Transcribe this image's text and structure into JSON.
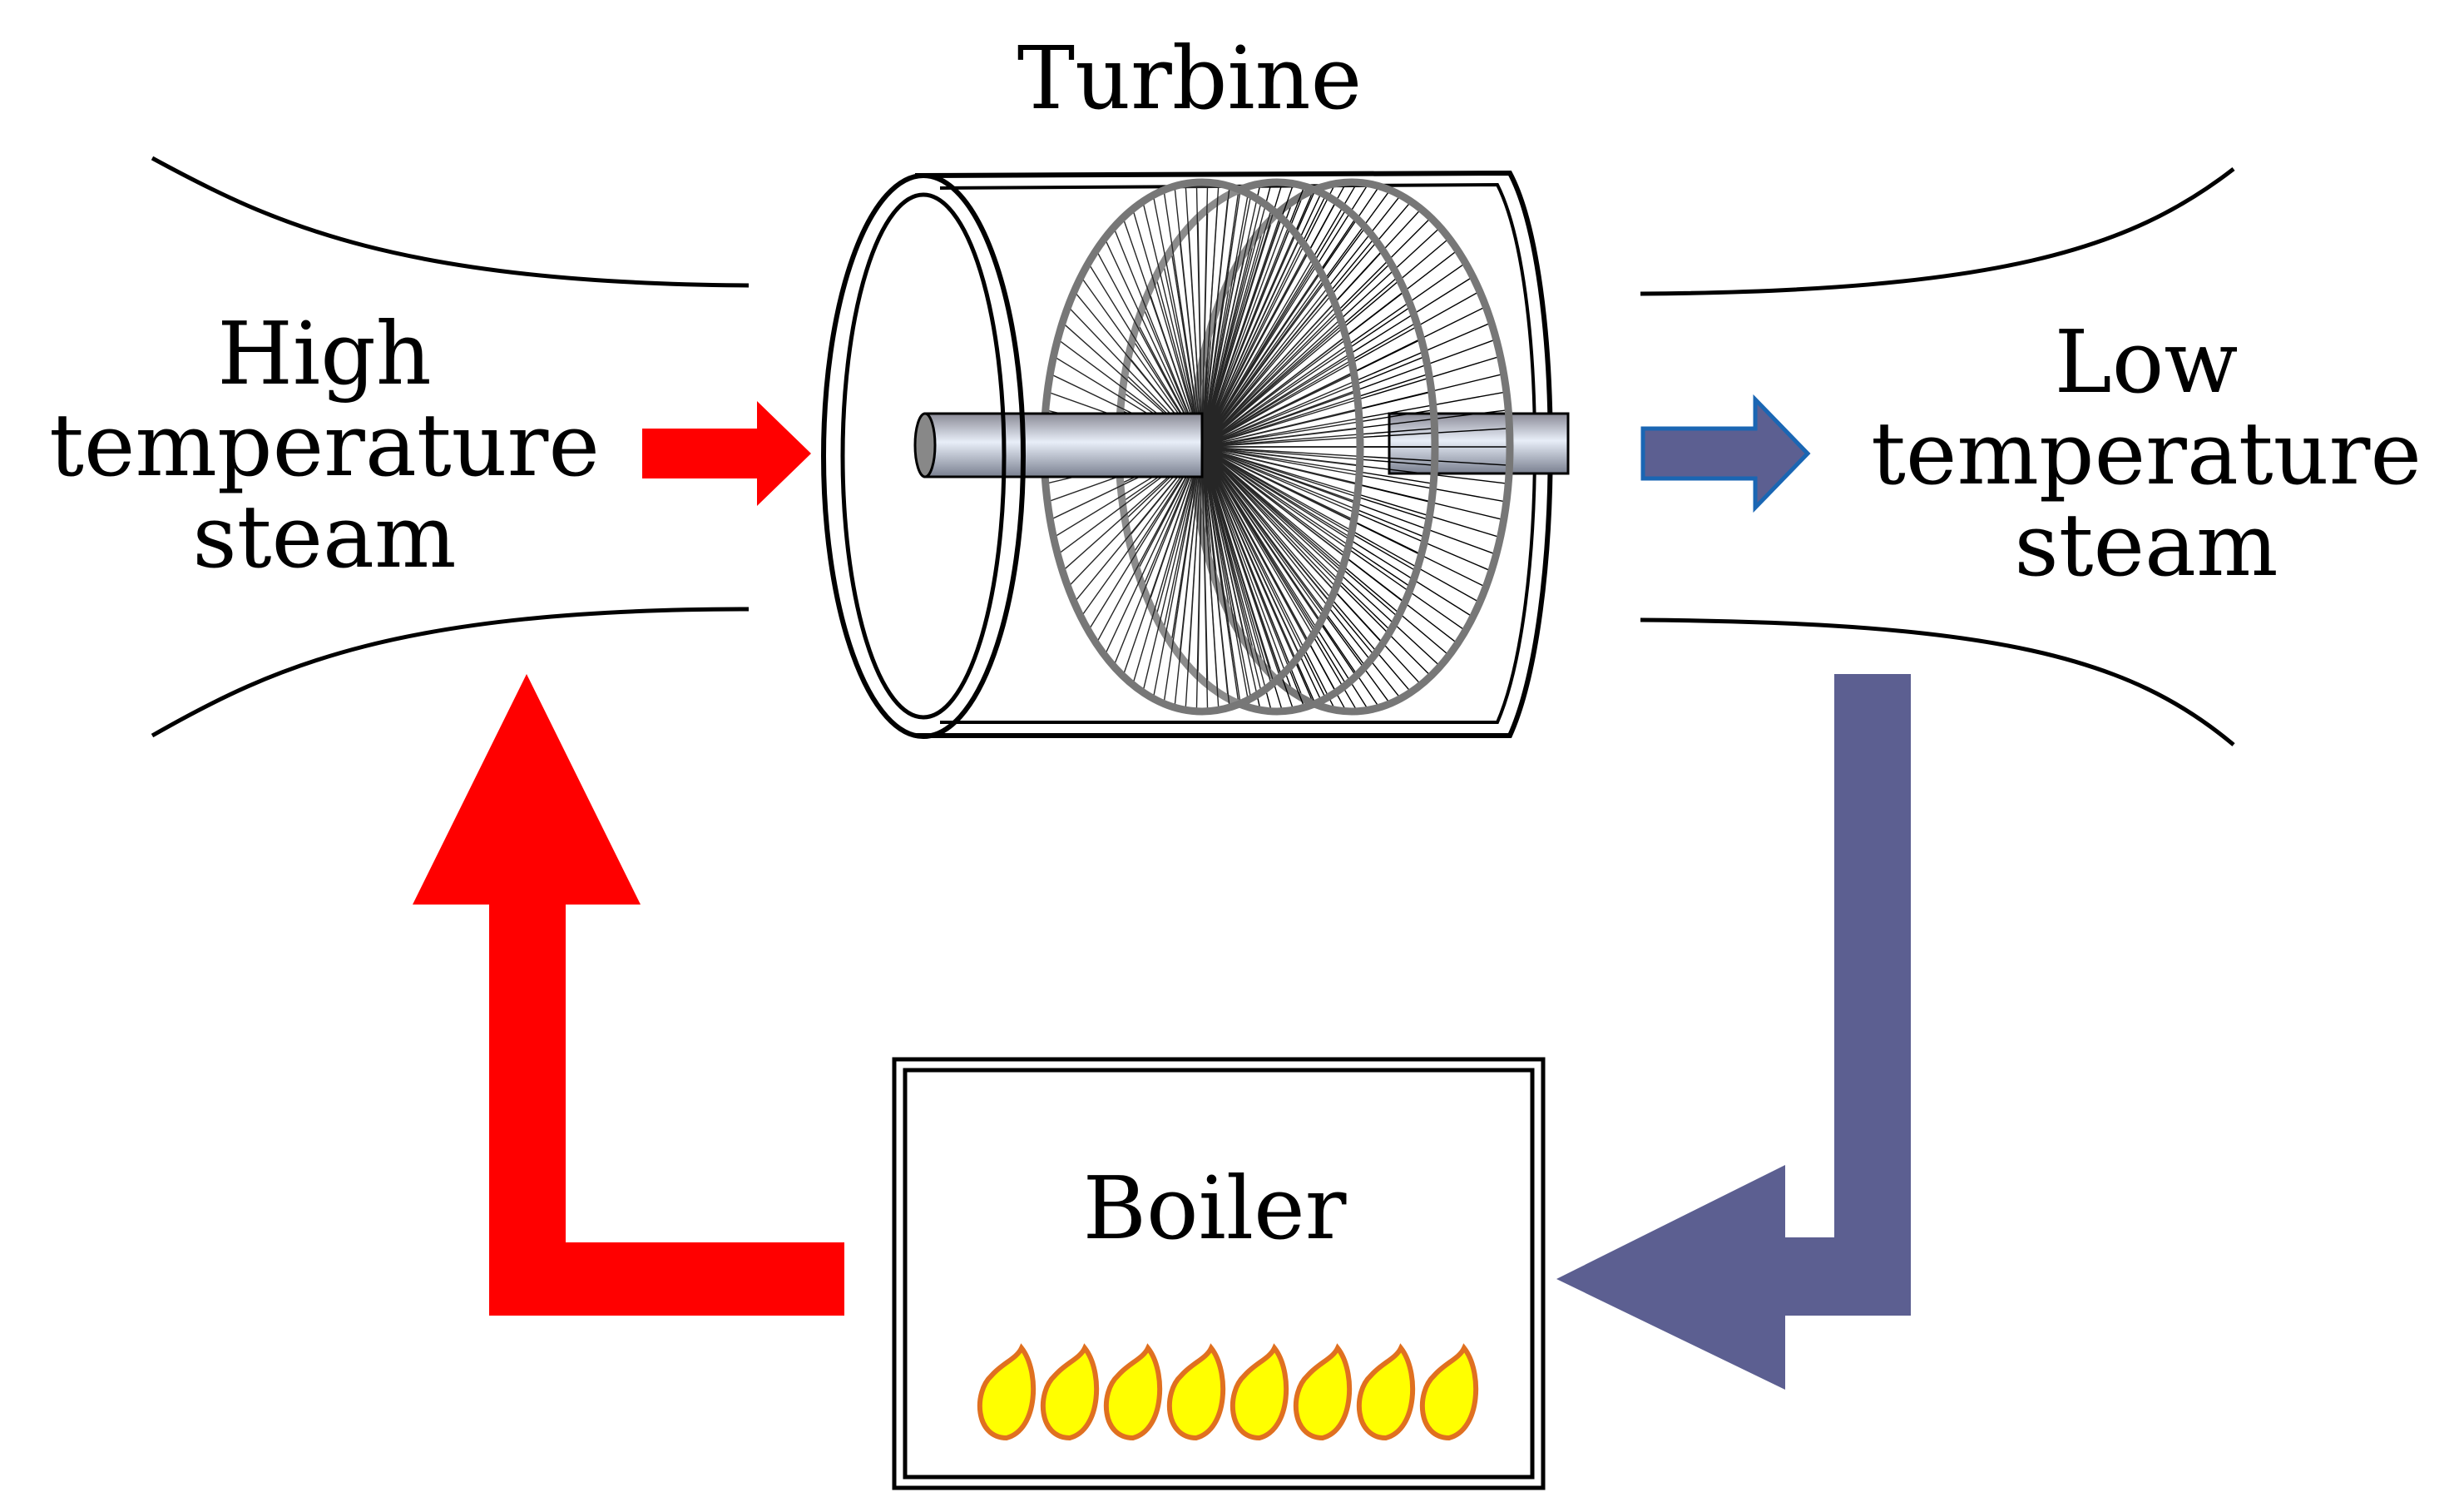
{
  "turbine": {
    "title": "Turbine"
  },
  "inlet": {
    "label_lines": [
      "High",
      "temperature",
      "steam"
    ]
  },
  "outlet": {
    "label_lines": [
      "Low",
      "temperature",
      "steam"
    ]
  },
  "boiler": {
    "label": "Boiler",
    "flame_count": 8
  },
  "colors": {
    "hot_arrow": "#ff0000",
    "cold_arrow": "#5c5f91",
    "cold_arrow_outline": "#1a66b3",
    "flame_fill": "#ffff00",
    "flame_outline": "#e07020",
    "disc_stroke": "#777777"
  },
  "icons": [
    "turbine-icon",
    "flame-icon",
    "arrow-icon"
  ]
}
